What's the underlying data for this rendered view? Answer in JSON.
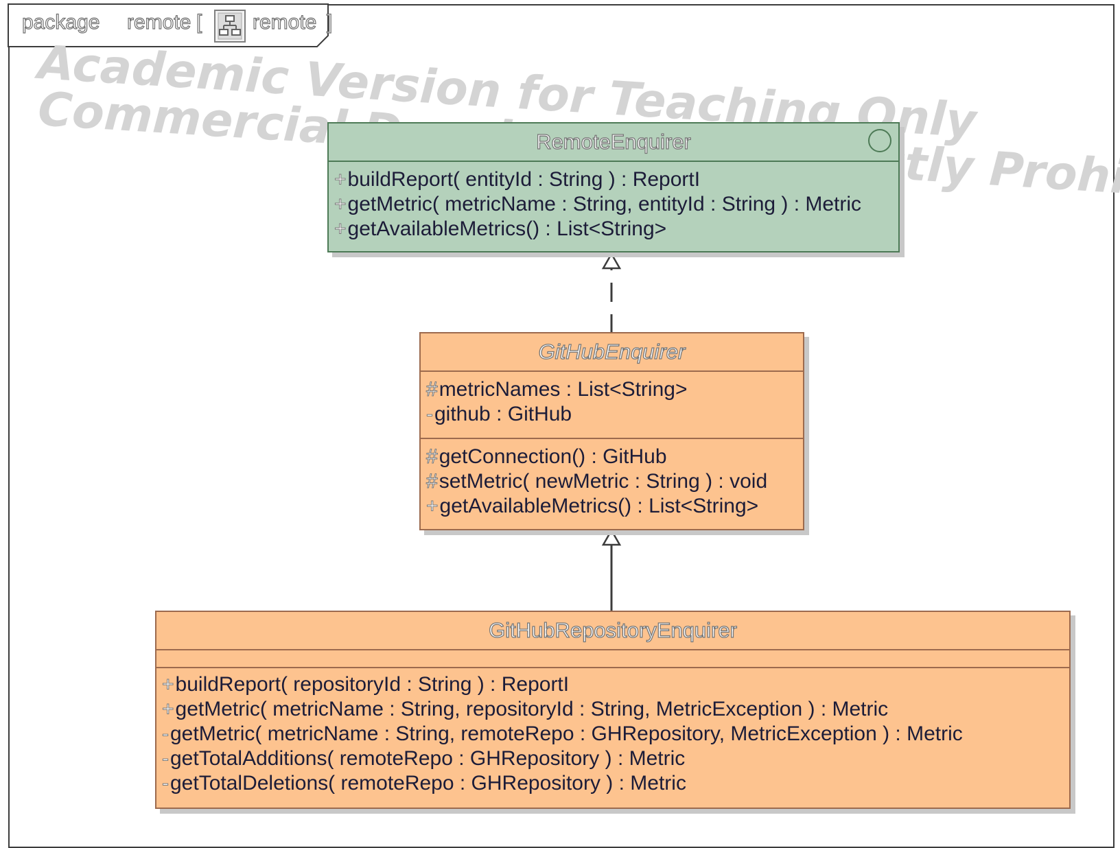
{
  "package": {
    "keyword": "package",
    "name": "remote",
    "bracket_open": "[",
    "diagram_name": "remote",
    "bracket_close": "]",
    "diagram_icon": "class-diagram-icon"
  },
  "watermark": {
    "line1": "Academic Version for Teaching Only",
    "line2": "Commercial Development is strictly Prohibited"
  },
  "classes": {
    "remote_enquirer": {
      "name": "RemoteEnquirer",
      "stereotype_icon": "interface-circle-icon",
      "operations": [
        {
          "vis": "+",
          "text": "buildReport( entityId : String ) : ReportI"
        },
        {
          "vis": "+",
          "text": "getMetric( metricName : String, entityId : String ) : Metric"
        },
        {
          "vis": "+",
          "text": "getAvailableMetrics() : List<String>"
        }
      ]
    },
    "github_enquirer": {
      "name": "GitHubEnquirer",
      "attributes": [
        {
          "vis": "#",
          "text": "metricNames : List<String>"
        },
        {
          "vis": "-",
          "text": "github : GitHub"
        }
      ],
      "operations": [
        {
          "vis": "#",
          "text": "getConnection() : GitHub"
        },
        {
          "vis": "#",
          "text": "setMetric( newMetric : String ) : void"
        },
        {
          "vis": "+",
          "text": "getAvailableMetrics() : List<String>"
        }
      ]
    },
    "github_repository_enquirer": {
      "name": "GitHubRepositoryEnquirer",
      "attributes": [],
      "operations": [
        {
          "vis": "+",
          "text": "buildReport( repositoryId : String ) : ReportI"
        },
        {
          "vis": "+",
          "text": "getMetric( metricName : String, repositoryId : String, MetricException ) : Metric"
        },
        {
          "vis": "-",
          "text": "getMetric( metricName : String, remoteRepo : GHRepository, MetricException ) : Metric"
        },
        {
          "vis": "-",
          "text": "getTotalAdditions( remoteRepo : GHRepository ) : Metric"
        },
        {
          "vis": "-",
          "text": "getTotalDeletions( remoteRepo : GHRepository ) : Metric"
        }
      ]
    }
  },
  "relationships": [
    {
      "kind": "realization",
      "from": "GitHubEnquirer",
      "to": "RemoteEnquirer"
    },
    {
      "kind": "generalization",
      "from": "GitHubRepositoryEnquirer",
      "to": "GitHubEnquirer"
    }
  ],
  "colors": {
    "interface_fill": "#b4d1bb",
    "interface_border": "#4d7a56",
    "class_fill": "#fdc38f",
    "class_border": "#9c6a4e",
    "frame_border": "#3c3c3c",
    "watermark": "#d4d4d4"
  }
}
